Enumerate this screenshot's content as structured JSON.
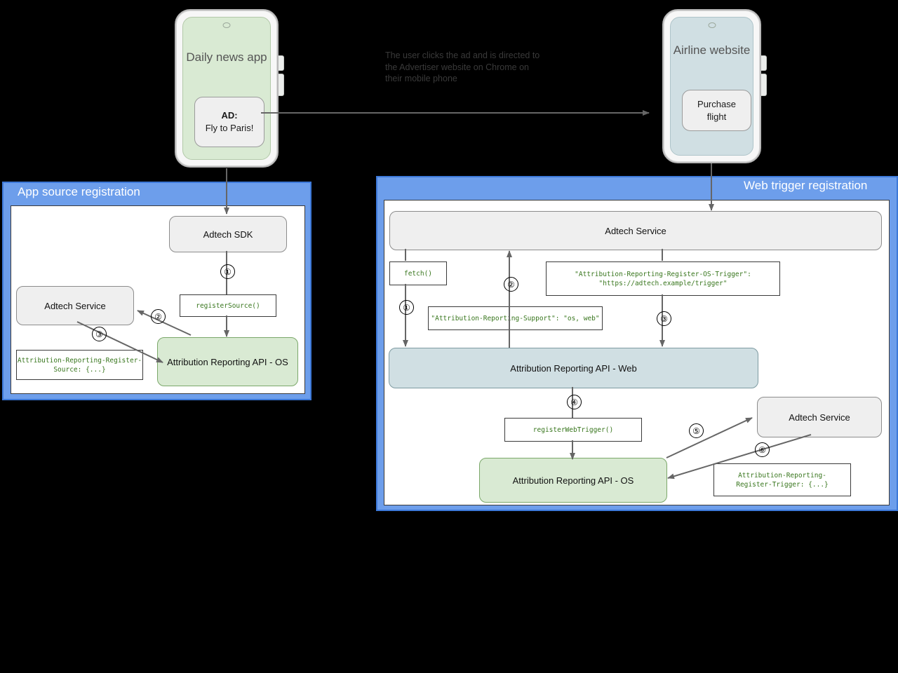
{
  "scene": {
    "background": "#000000",
    "accent_panel": "#6d9eeb",
    "accent_panel_border": "#3c78d8",
    "code_text_color": "#38761d",
    "node_grey": "#efefef",
    "node_green": "#d9ead3",
    "node_blue": "#d0dfe3",
    "connector_color": "#666666"
  },
  "phones": {
    "left": {
      "title": "Daily news\napp",
      "card_line1": "AD:",
      "card_line2": "Fly to Paris!",
      "screen_color": "#d9ead3"
    },
    "right": {
      "title": "Airline\nwebsite",
      "card_line1": "Purchase",
      "card_line2": "flight",
      "screen_color": "#d0dfe3"
    }
  },
  "annotation": {
    "text": "The user clicks the ad and is directed to\nthe Advertiser website on Chrome on\ntheir mobile phone"
  },
  "panels": {
    "app_source": {
      "title": "App source registration",
      "nodes": {
        "adtech_sdk": "Adtech SDK",
        "adtech_service": "Adtech Service",
        "attribution_api_os": "Attribution Reporting API - OS"
      },
      "codeboxes": {
        "register_source": "registerSource()",
        "register_source_header": "Attribution-Reporting-Register-\nSource: {...}"
      },
      "steps": [
        "①",
        "②",
        "③"
      ]
    },
    "web_trigger": {
      "title": "Web trigger registration",
      "nodes": {
        "adtech_service_top": "Adtech Service",
        "attribution_api_web": "Attribution Reporting API - Web",
        "attribution_api_os": "Attribution Reporting API - OS",
        "adtech_service_right": "Adtech Service"
      },
      "codeboxes": {
        "fetch": "fetch()",
        "os_trigger_header": "\"Attribution-Reporting-Register-OS-Trigger\":\n    \"https://adtech.example/trigger\"",
        "support_header": "\"Attribution-Reporting-Support\": \"os, web\"",
        "register_web_trigger": "registerWebTrigger()",
        "register_trigger_header": "Attribution-Reporting-\nRegister-Trigger: {...}"
      },
      "steps": [
        "①",
        "②",
        "③",
        "④",
        "⑤",
        "⑥"
      ]
    }
  }
}
